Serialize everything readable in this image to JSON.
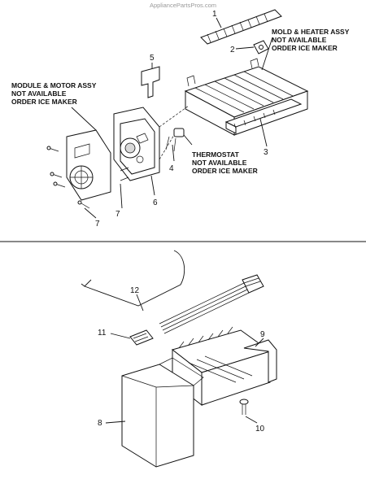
{
  "watermark": "AppliancePartsPros.com",
  "callouts": {
    "mold_heater": [
      "MOLD & HEATER ASSY",
      "NOT AVAILABLE",
      "ORDER ICE MAKER"
    ],
    "module_motor": [
      "MODULE & MOTOR ASSY",
      "NOT AVAILABLE",
      "ORDER ICE MAKER"
    ],
    "thermostat": [
      "THERMOSTAT",
      "NOT AVAILABLE",
      "ORDER ICE MAKER"
    ]
  },
  "part_numbers": {
    "n1": "1",
    "n2": "2",
    "n3": "3",
    "n4": "4",
    "n5": "5",
    "n6": "6",
    "n7a": "7",
    "n7b": "7",
    "n8": "8",
    "n9": "9",
    "n10": "10",
    "n11": "11",
    "n12": "12"
  }
}
